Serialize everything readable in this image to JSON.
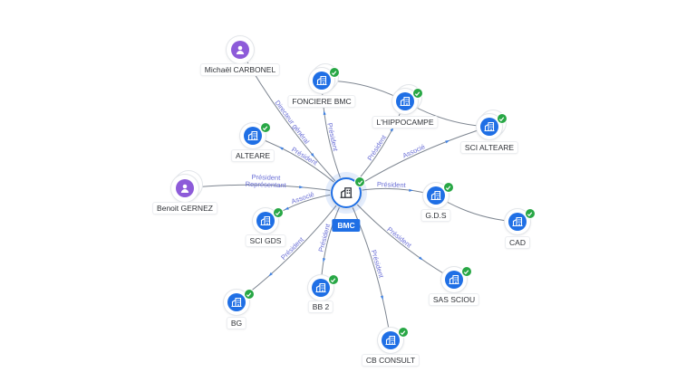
{
  "center": {
    "label": "BMC",
    "icon": "company-icon",
    "verified": true
  },
  "nodes": [
    {
      "id": "carbonel",
      "label": "Michaël CARBONEL",
      "kind": "person",
      "verified": false,
      "stacked": false
    },
    {
      "id": "fonciere",
      "label": "FONCIERE BMC",
      "kind": "company",
      "verified": true,
      "stacked": true
    },
    {
      "id": "hippocampe",
      "label": "L'HIPPOCAMPE",
      "kind": "company",
      "verified": true,
      "stacked": true
    },
    {
      "id": "sci_alteare",
      "label": "SCI ALTEARE",
      "kind": "company",
      "verified": true,
      "stacked": true
    },
    {
      "id": "alteare",
      "label": "ALTEARE",
      "kind": "company",
      "verified": true,
      "stacked": false
    },
    {
      "id": "gernez",
      "label": "Benoit GERNEZ",
      "kind": "person",
      "verified": false,
      "stacked": true
    },
    {
      "id": "sci_gds",
      "label": "SCI GDS",
      "kind": "company",
      "verified": true,
      "stacked": false
    },
    {
      "id": "gds",
      "label": "G.D.S",
      "kind": "company",
      "verified": true,
      "stacked": false
    },
    {
      "id": "cad",
      "label": "CAD",
      "kind": "company",
      "verified": true,
      "stacked": false
    },
    {
      "id": "bg",
      "label": "BG",
      "kind": "company",
      "verified": true,
      "stacked": false
    },
    {
      "id": "bb2",
      "label": "BB 2",
      "kind": "company",
      "verified": true,
      "stacked": false
    },
    {
      "id": "cb_consult",
      "label": "CB CONSULT",
      "kind": "company",
      "verified": true,
      "stacked": false
    },
    {
      "id": "sas_sciou",
      "label": "SAS SCIOU",
      "kind": "company",
      "verified": true,
      "stacked": false
    }
  ],
  "edges": [
    {
      "from": "carbonel",
      "to": "center",
      "label": "Directeur général"
    },
    {
      "from": "center",
      "to": "fonciere",
      "label": "Président"
    },
    {
      "from": "center",
      "to": "hippocampe",
      "label": "Président"
    },
    {
      "from": "center",
      "to": "sci_alteare",
      "label": "Associé"
    },
    {
      "from": "center",
      "to": "alteare",
      "label": "Président"
    },
    {
      "from": "gernez",
      "to": "center",
      "label": "Président\nReprésentant"
    },
    {
      "from": "center",
      "to": "sci_gds",
      "label": "Associé"
    },
    {
      "from": "center",
      "to": "gds",
      "label": "Président"
    },
    {
      "from": "gds",
      "to": "cad",
      "label": ""
    },
    {
      "from": "center",
      "to": "bg",
      "label": "Président"
    },
    {
      "from": "center",
      "to": "bb2",
      "label": "Président"
    },
    {
      "from": "center",
      "to": "cb_consult",
      "label": "Président"
    },
    {
      "from": "center",
      "to": "sas_sciou",
      "label": "Président"
    },
    {
      "from": "fonciere",
      "to": "hippocampe",
      "label": ""
    },
    {
      "from": "hippocampe",
      "to": "sci_alteare",
      "label": ""
    }
  ]
}
